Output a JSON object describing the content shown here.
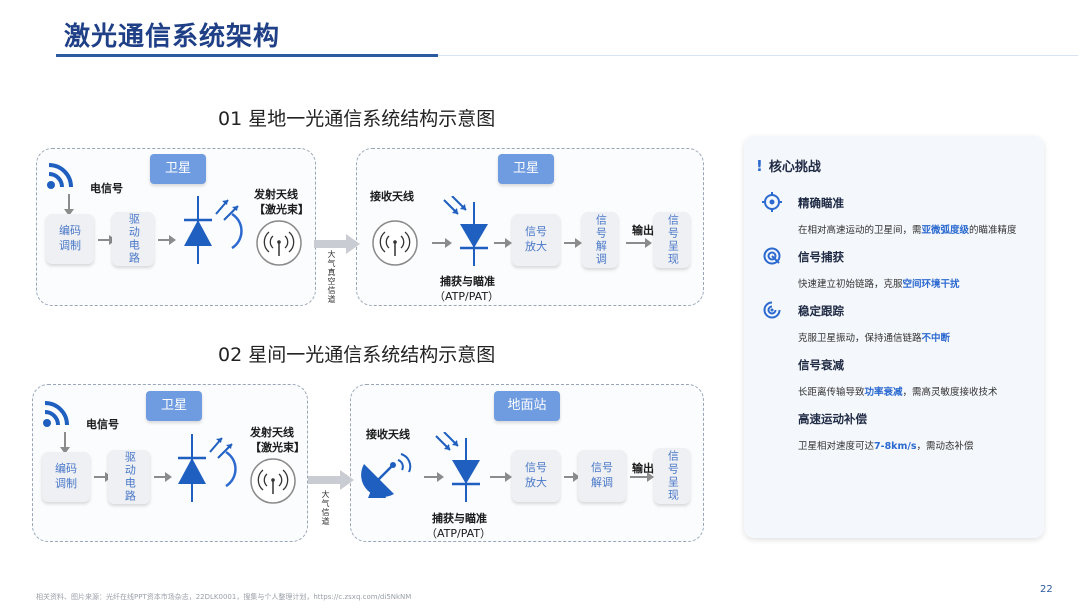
{
  "page_title": "激光通信系统架构",
  "page_number": "22",
  "footer": "相关资料、图片来源：光纤在线PPT资本市场杂志，22DLK0001，搜集与个人整理计划，https://c.zsxq.com/di5NkNM",
  "diagram1": {
    "heading": "01  星地一光通信系统结构示意图",
    "left_tag": "卫星",
    "right_tag": "卫星",
    "signal_label": "电信号",
    "encode_label": "编码调制",
    "drive_label": "驱动电路",
    "tx_antenna_label": "发射天线",
    "tx_beam_label": "【激光束】",
    "channel_label": "大气真空信道",
    "rx_antenna_label": "接收天线",
    "signal_amp_label": "信号放大",
    "signal_demod_label": "信号解调",
    "output_label": "输出",
    "signal_present_label": "信号呈现",
    "capture_label": "捕获与瞄准",
    "capture_sub_label": "（ATP/PAT）"
  },
  "diagram2": {
    "heading": "02  星间一光通信系统结构示意图",
    "left_tag": "卫星",
    "right_tag": "地面站",
    "signal_label": "电信号",
    "encode_label": "编码调制",
    "drive_label": "驱动电路",
    "tx_antenna_label": "发射天线",
    "tx_beam_label": "【激光束】",
    "channel_label": "大气信道",
    "rx_antenna_label": "接收天线",
    "signal_amp_label": "信号放大",
    "signal_demod_label": "信号解调",
    "output_label": "输出",
    "signal_present_label": "信号呈现",
    "capture_label": "捕获与瞄准",
    "capture_sub_label": "（ATP/PAT）"
  },
  "challenges": {
    "title": "核心挑战",
    "items": [
      {
        "title": "精确瞄准",
        "text_pre": "在相对高速运动的卫星间，需",
        "text_hl": "亚微弧度级",
        "text_post": "的瞄准精度",
        "icon": "target-icon"
      },
      {
        "title": "信号捕获",
        "text_pre": "快速建立初始链路，克服",
        "text_hl": "空间环境干扰",
        "text_post": "",
        "icon": "capture-icon"
      },
      {
        "title": "稳定跟踪",
        "text_pre": "克服卫星振动，保持通信链路",
        "text_hl": "不中断",
        "text_post": "",
        "icon": "tracking-icon"
      },
      {
        "title": "信号衰减",
        "text_pre": "长距离传输导致",
        "text_hl": "功率衰减",
        "text_post": "，需高灵敏度接收技术",
        "icon": ""
      },
      {
        "title": "高速运动补偿",
        "text_pre": "卫星相对速度可达",
        "text_hl": "7-8km/s",
        "text_post": "，需动态补偿",
        "icon": ""
      }
    ]
  },
  "colors": {
    "accent": "#2c6ad0",
    "title": "#1f3f86",
    "tag": "#6f9be0",
    "box_text": "#4a78c8"
  }
}
